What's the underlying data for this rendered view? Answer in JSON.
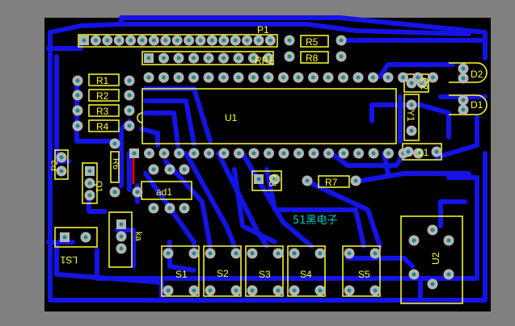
{
  "board": {
    "background_color": "#000000",
    "trace_color": "#1414e6",
    "silk_color": "#ffff33",
    "pad_color": "#b4b4b4",
    "bg_outside": "#808080",
    "watermark_color": "#00c8c8"
  },
  "labels": {
    "p1": "P1",
    "rp1": "RP1",
    "r1": "R1",
    "r2": "R2",
    "r3": "R3",
    "r4": "R4",
    "r5": "R5",
    "r6": "R6",
    "r7": "R7",
    "r8": "R8",
    "u1": "U1",
    "u2": "U2",
    "d1": "D1",
    "d2": "D2",
    "c1": "C1",
    "c2": "C2",
    "c3": "C3",
    "y1": "Y1",
    "p2": "P2",
    "q1": "Q1",
    "ad1": "ad1",
    "ls1": "LS1",
    "s1": "S1",
    "s2": "S2",
    "s3": "S3",
    "s4": "S4",
    "s5": "S5",
    "watermark": "51黑电子"
  }
}
